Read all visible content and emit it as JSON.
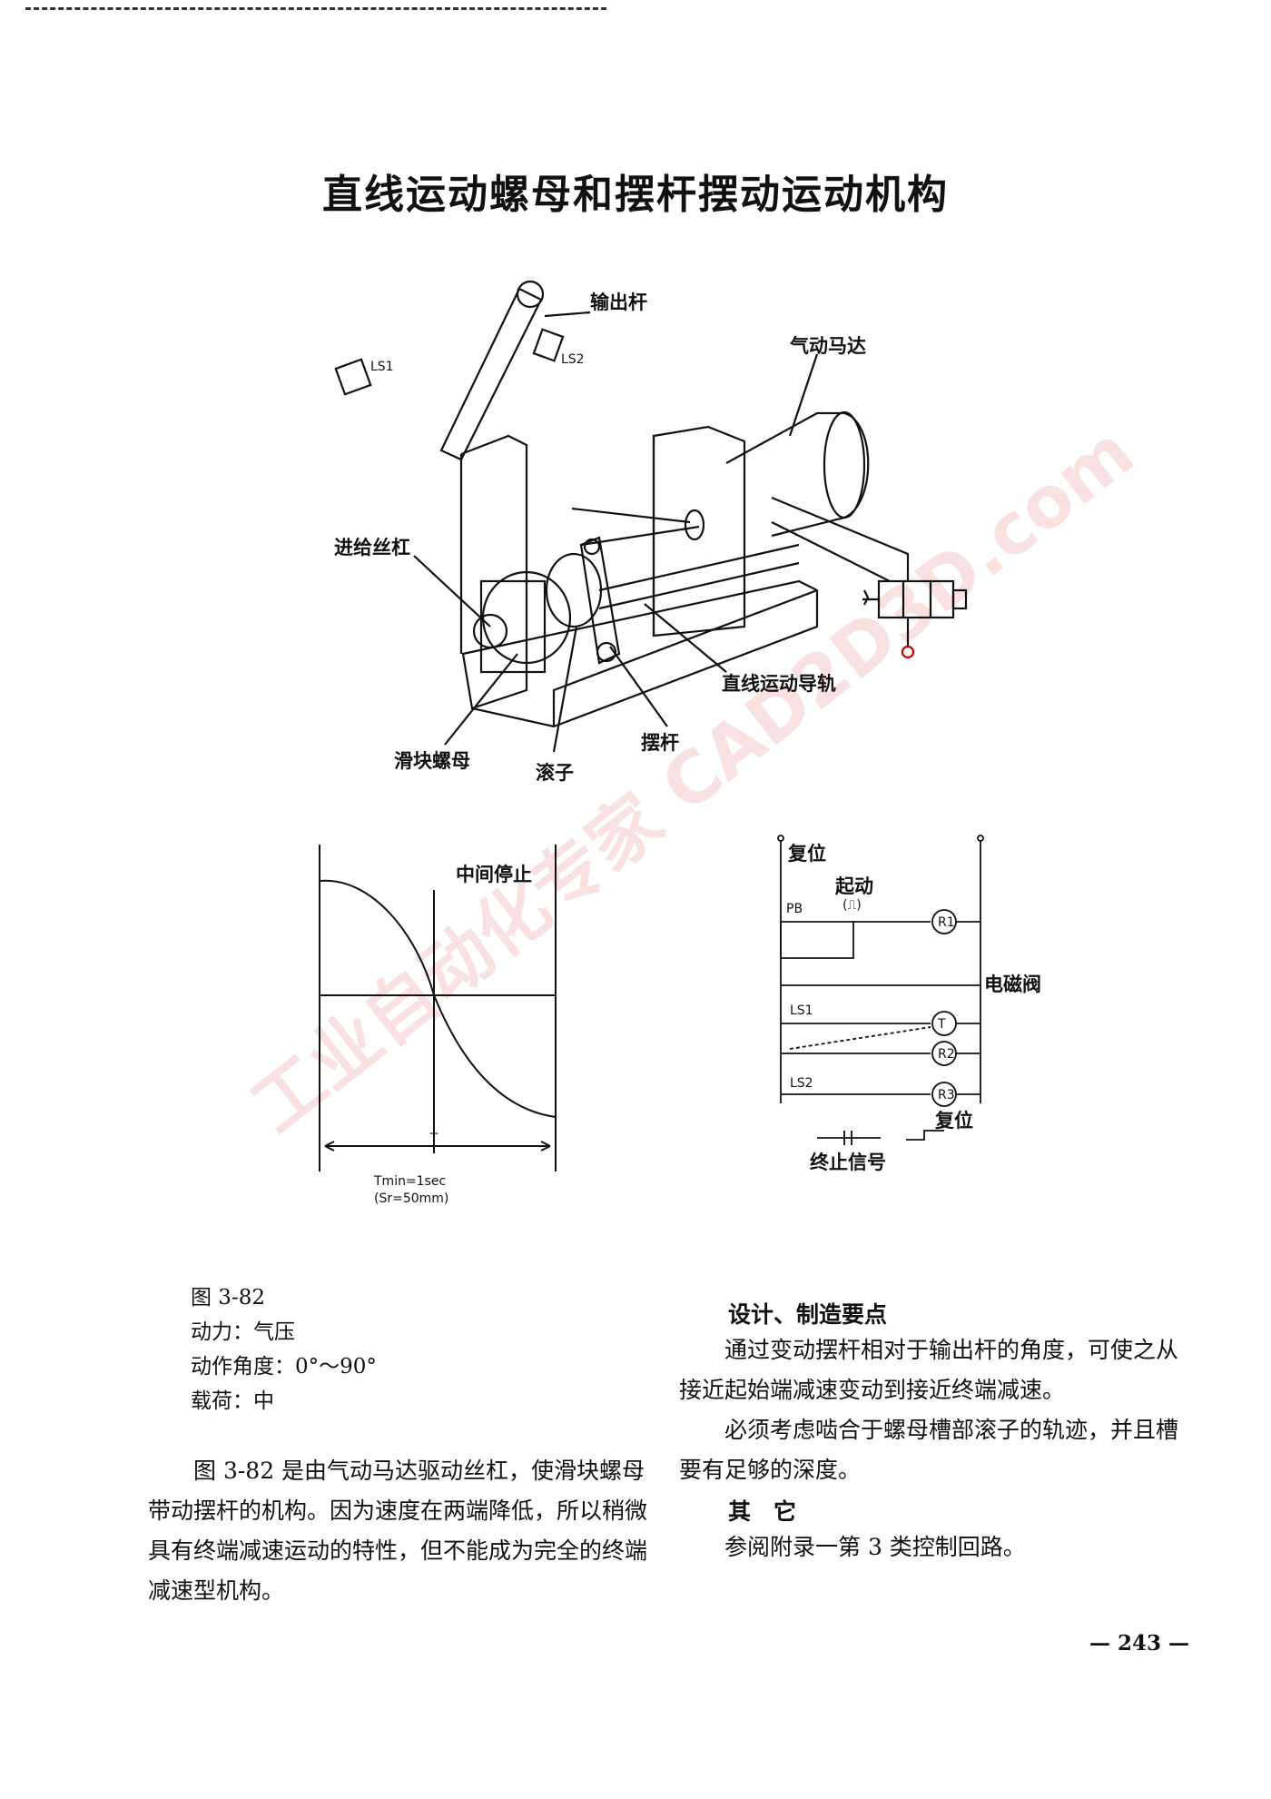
{
  "title": "直线运动螺母和摆杆摆动运动机构",
  "mechanism": {
    "labels": {
      "output_rod": "输出杆",
      "ls1": "LS1",
      "ls2": "LS2",
      "air_motor": "气动马达",
      "feed_screw": "进给丝杠",
      "linear_guide": "直线运动导轨",
      "lever": "摆杆",
      "slider_nut": "滑块螺母",
      "roller": "滚子"
    }
  },
  "motion_chart": {
    "label_stop": "中间停止",
    "label_T": "T",
    "note_line1": "Tmin=1sec",
    "note_line2": "(Sr=50mm)"
  },
  "circuit": {
    "reset": "复位",
    "start": "起动",
    "start_symbol": "(⎍)",
    "pb": "PB",
    "r1": "R1",
    "r2": "R2",
    "r3": "R3",
    "ls1": "LS1",
    "ls2": "LS2",
    "t": "T",
    "solenoid": "电磁阀",
    "reset2": "复位",
    "end_signal": "终止信号"
  },
  "specs": {
    "fig": "图 3-82",
    "power": "动力：气压",
    "angle": "动作角度：0°～90°",
    "load": "载荷：中"
  },
  "description": "图 3-82 是由气动马达驱动丝杠，使滑块螺母带动摆杆的机构。因为速度在两端降低，所以稍微具有终端减速运动的特性，但不能成为完全的终端减速型机构。",
  "design": {
    "heading": "设计、制造要点",
    "p1": "通过变动摆杆相对于输出杆的角度，可使之从接近起始端减速变动到接近终端减速。",
    "p2": "必须考虑啮合于螺母槽部滚子的轨迹，并且槽要有足够的深度。"
  },
  "other": {
    "heading": "其　它",
    "p1": "参阅附录一第 3 类控制回路。"
  },
  "page_number": "— 243 —",
  "watermark": "工业自动化专家 CAD2D3D.com"
}
